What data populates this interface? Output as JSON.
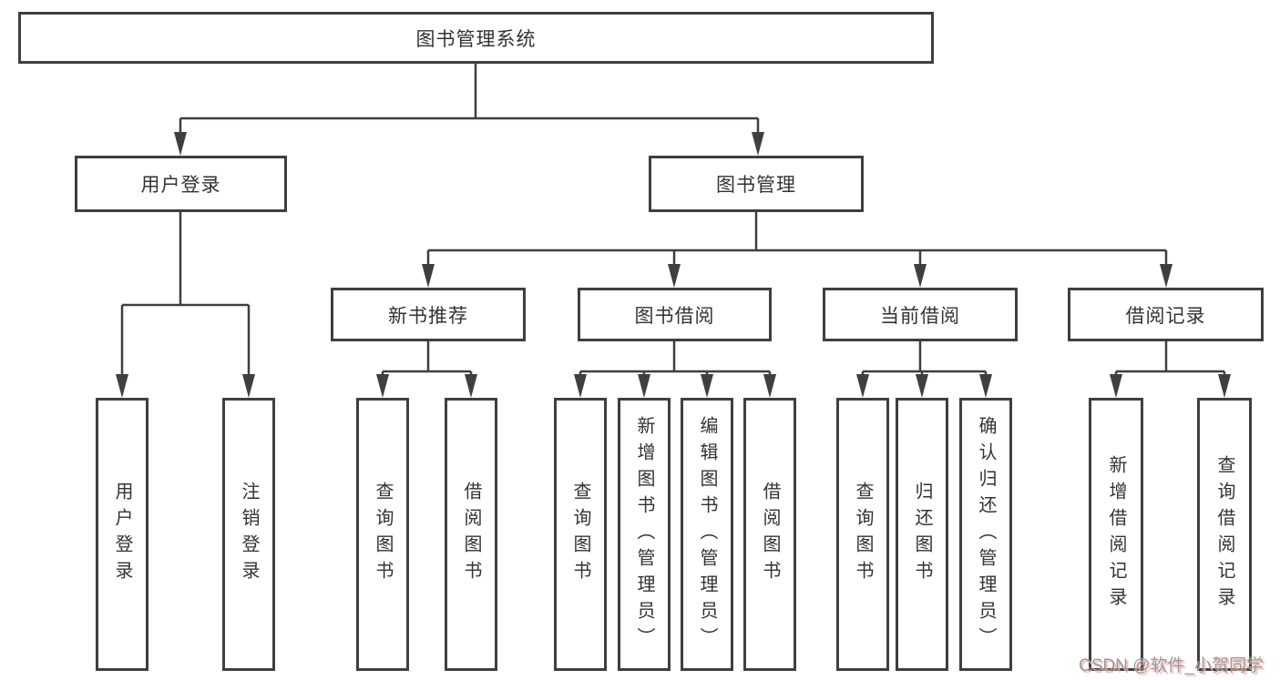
{
  "diagram": {
    "root": {
      "label": "图书管理系统"
    },
    "level2": [
      {
        "label": "用户登录"
      },
      {
        "label": "图书管理"
      }
    ],
    "level3": [
      {
        "label": "新书推荐"
      },
      {
        "label": "图书借阅"
      },
      {
        "label": "当前借阅"
      },
      {
        "label": "借阅记录"
      }
    ],
    "leaves": {
      "user_login": [
        {
          "label": "用户登录"
        },
        {
          "label": "注销登录"
        }
      ],
      "new_books": [
        {
          "label": "查询图书"
        },
        {
          "label": "借阅图书"
        }
      ],
      "book_borrow": [
        {
          "label": "查询图书"
        },
        {
          "label": "新增图书（管理员）"
        },
        {
          "label": "编辑图书（管理员）"
        },
        {
          "label": "借阅图书"
        }
      ],
      "current_borrow": [
        {
          "label": "查询图书"
        },
        {
          "label": "归还图书"
        },
        {
          "label": "确认归还（管理员）"
        }
      ],
      "borrow_records": [
        {
          "label": "新增借阅记录"
        },
        {
          "label": "查询借阅记录"
        }
      ]
    }
  },
  "watermark": {
    "text": "CSDN @软件_小贺同学"
  },
  "colors": {
    "line": "#3f3f3f",
    "text": "#333333",
    "box_background": "#ffffff",
    "watermark_text": "#9a9a9a",
    "watermark_shadow": "#f0b4aa"
  }
}
